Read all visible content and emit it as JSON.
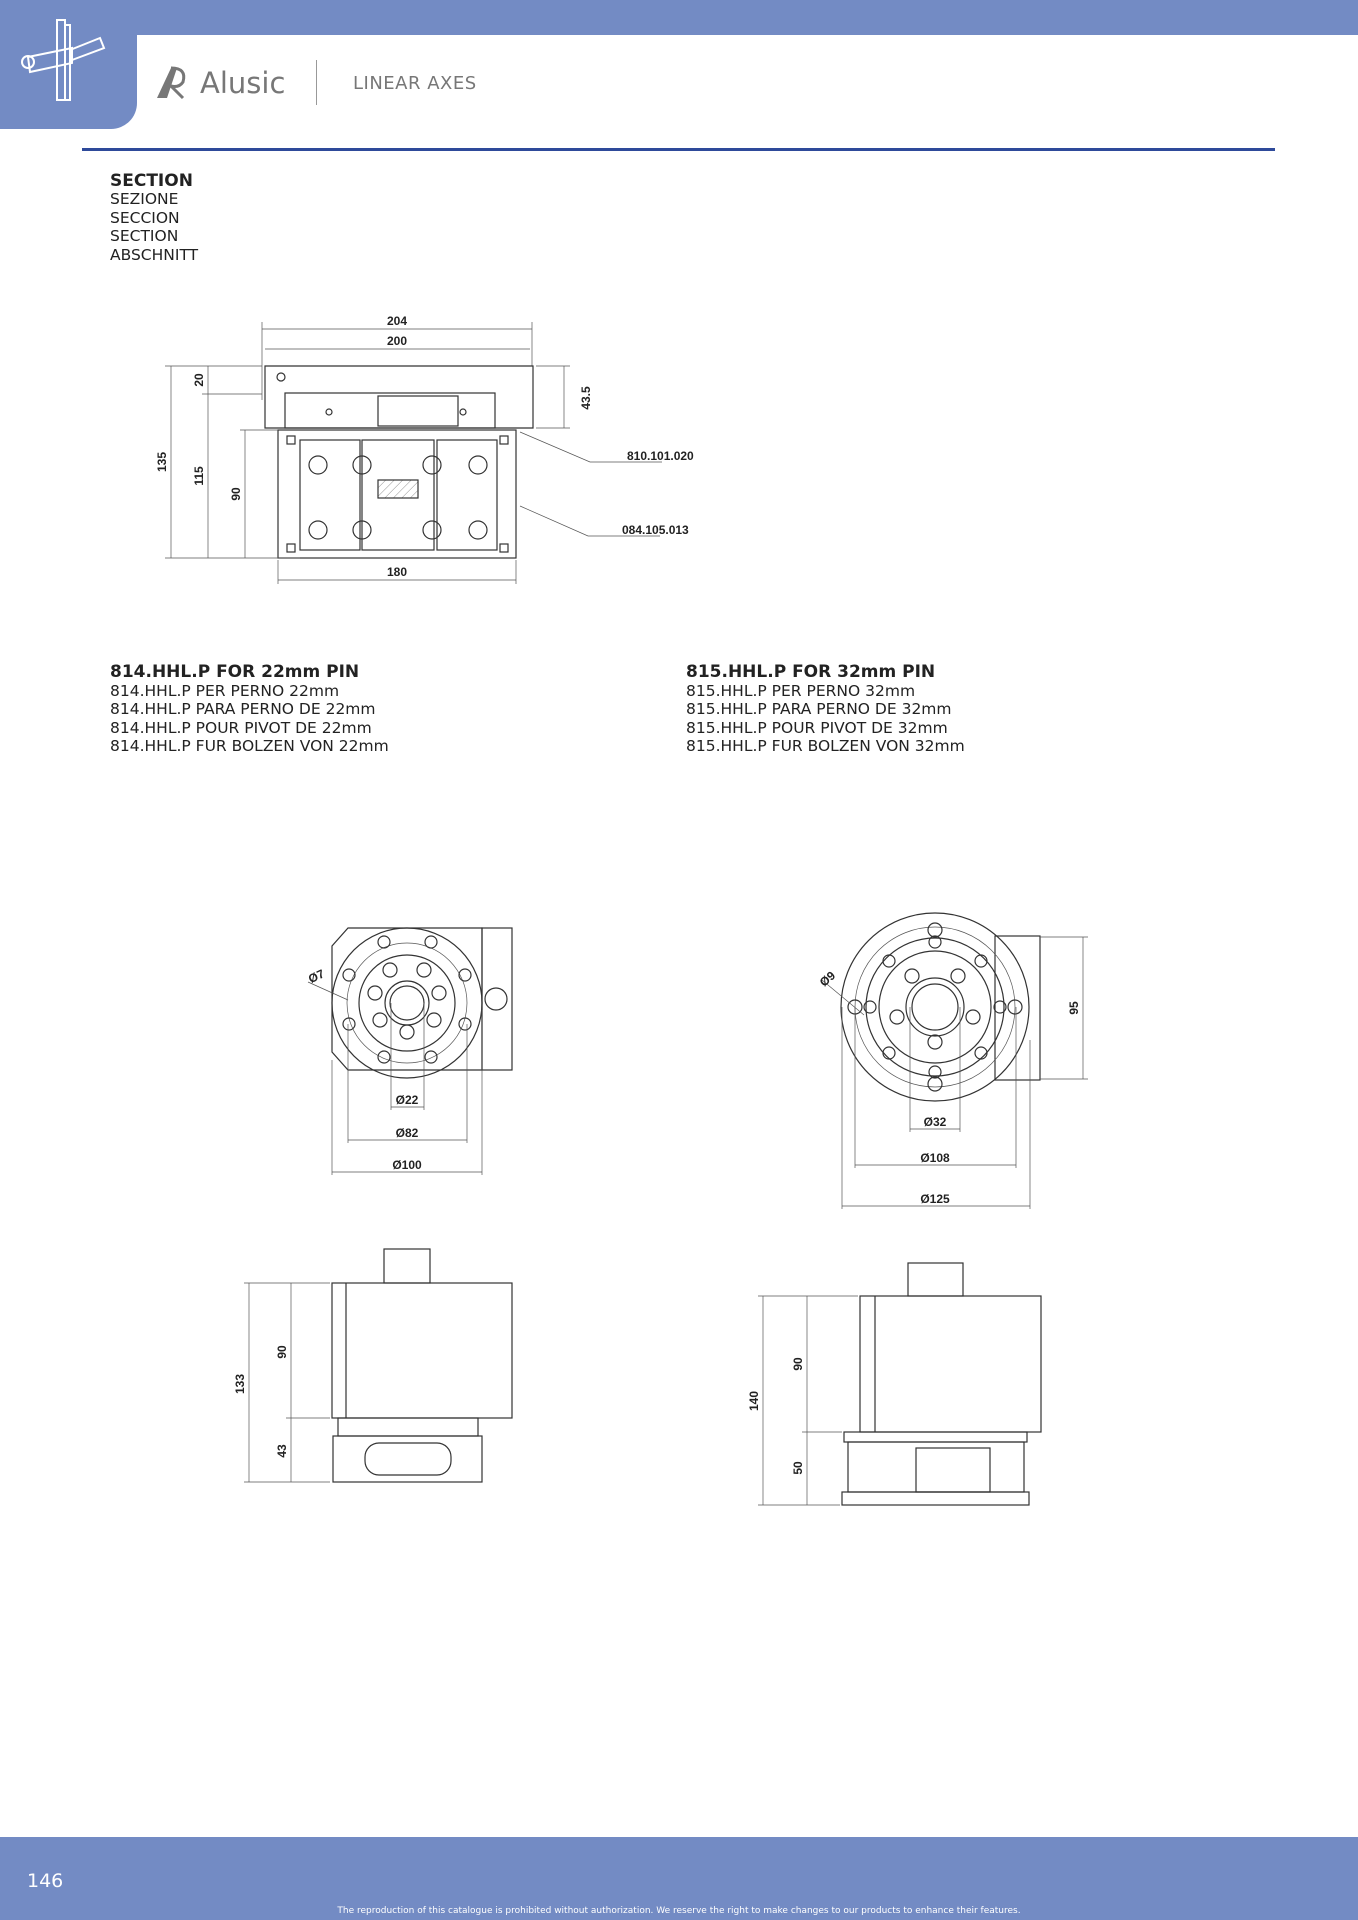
{
  "header": {
    "brand": "Alusic",
    "category": "LINEAR AXES"
  },
  "section": {
    "title": "SECTION",
    "translations": [
      "SEZIONE",
      "SECCION",
      "SECTION",
      "ABSCHNITT"
    ]
  },
  "section_drawing": {
    "dims": {
      "w204": "204",
      "w200": "200",
      "w180": "180",
      "h135": "135",
      "h115": "115",
      "h90": "90",
      "h20": "20",
      "h43_5": "43.5"
    },
    "parts": {
      "carriage": "810.101.020",
      "profile": "084.105.013"
    }
  },
  "left_product": {
    "title": "814.HHL.P FOR 22mm PIN",
    "translations": [
      "814.HHL.P PER PERNO 22mm",
      "814.HHL.P PARA PERNO DE 22mm",
      "814.HHL.P POUR PIVOT DE 22mm",
      "814.HHL.P FUR BOLZEN VON 22mm"
    ],
    "top_dims": {
      "hole": "Ø7",
      "pin": "Ø22",
      "bolt_circle": "Ø82",
      "outer": "Ø100"
    },
    "side_dims": {
      "total": "133",
      "body": "90",
      "base": "43"
    }
  },
  "right_product": {
    "title": "815.HHL.P FOR 32mm PIN",
    "translations": [
      "815.HHL.P PER PERNO 32mm",
      "815.HHL.P PARA PERNO DE 32mm",
      "815.HHL.P POUR PIVOT DE 32mm",
      "815.HHL.P FUR BOLZEN VON 32mm"
    ],
    "top_dims": {
      "hole": "Ø9",
      "pin": "Ø32",
      "bolt_circle": "Ø108",
      "outer": "Ø125",
      "height": "95"
    },
    "side_dims": {
      "total": "140",
      "body": "90",
      "base": "50"
    }
  },
  "footer": {
    "page": "146",
    "notice": "The reproduction of this catalogue is prohibited without authorization. We reserve the right to make changes to our products to enhance their features."
  },
  "colors": {
    "band": "#738bc4",
    "rule": "#2e4a9a"
  }
}
